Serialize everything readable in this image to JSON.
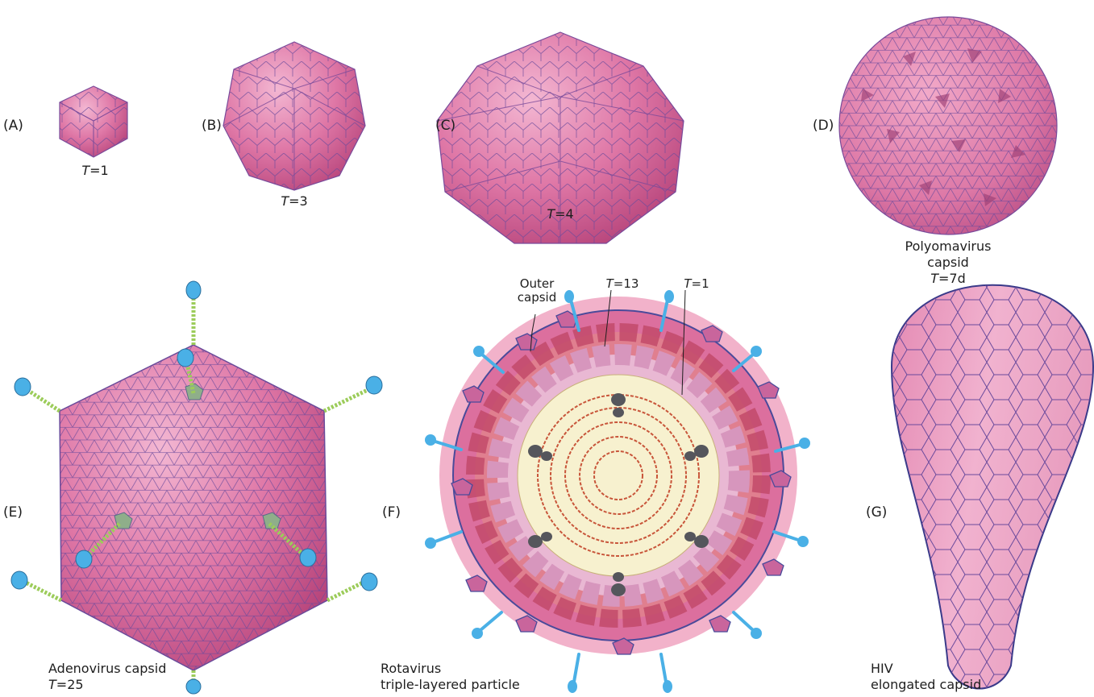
{
  "panels": {
    "A": {
      "letter": "(A)",
      "t_symbol": "T",
      "t_value": "=1"
    },
    "B": {
      "letter": "(B)",
      "t_symbol": "T",
      "t_value": "=3"
    },
    "C": {
      "letter": "(C)",
      "t_symbol": "T",
      "t_value": "=4"
    },
    "D": {
      "letter": "(D)",
      "name": "Polyomavirus capsid",
      "t_symbol": "T",
      "t_value": "=7d"
    },
    "E": {
      "letter": "(E)",
      "name": "Adenovirus capsid",
      "t_symbol": "T",
      "t_value": "=25"
    },
    "F": {
      "letter": "(F)",
      "name_line1": "Rotavirus",
      "name_line2": "triple-layered particle",
      "annotations": {
        "outer_line1": "Outer",
        "outer_line2": "capsid",
        "t13_symbol": "T",
        "t13_value": "=13",
        "t1_symbol": "T",
        "t1_value": "=1"
      }
    },
    "G": {
      "letter": "(G)",
      "name_line1": "HIV",
      "name_line2": "elongated capsid"
    }
  },
  "colors": {
    "capsid_fill": "#d9699a",
    "capsid_light": "#eda6c6",
    "capsid_dark": "#b84a7e",
    "lattice_lines": "#5a4a9a",
    "fiber": "#9ccc5a",
    "knob": "#4ab0e6",
    "core": "#f7f1cf",
    "rna": "#c8553a",
    "protein_dark": "#55565c"
  }
}
